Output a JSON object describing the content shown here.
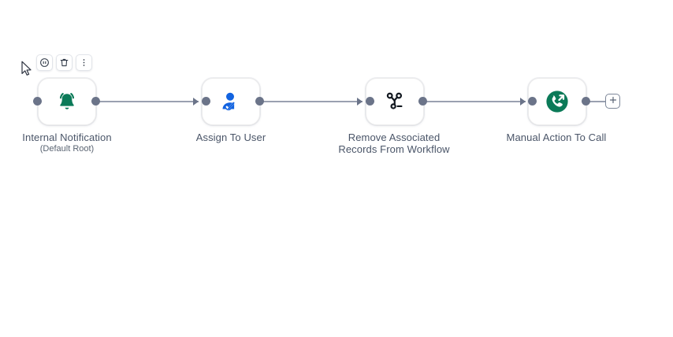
{
  "canvas": {
    "background": "#ffffff",
    "cursor_icon": "mouse-pointer-icon"
  },
  "node_toolbar": {
    "visible": true,
    "buttons": [
      {
        "name": "pause-node-button",
        "icon": "pause-circle-icon",
        "title": "Pause"
      },
      {
        "name": "delete-node-button",
        "icon": "trash-icon",
        "title": "Delete"
      },
      {
        "name": "more-options-button",
        "icon": "more-vertical-icon",
        "title": "More"
      }
    ]
  },
  "workflow": {
    "nodes": [
      {
        "id": "internal-notification",
        "label": "Internal Notification",
        "sublabel": "(Default Root)",
        "icon": "bell-icon",
        "icon_color": "#0b7a58",
        "has_input_port": true,
        "has_output_port": true
      },
      {
        "id": "assign-to-user",
        "label": "Assign To User",
        "sublabel": "",
        "icon": "user-check-icon",
        "icon_color": "#1263e0",
        "has_input_port": true,
        "has_output_port": true
      },
      {
        "id": "remove-associated-records",
        "label": "Remove Associated\nRecords From Workflow",
        "sublabel": "",
        "icon": "remove-association-icon",
        "icon_color": "#121820",
        "has_input_port": true,
        "has_output_port": true
      },
      {
        "id": "manual-action-to-call",
        "label": "Manual Action To Call",
        "sublabel": "",
        "icon": "outgoing-call-icon",
        "icon_color": "#0b7a58",
        "has_input_port": true,
        "has_output_port": true
      }
    ],
    "edges": [
      {
        "from": "internal-notification",
        "to": "assign-to-user",
        "arrow": true
      },
      {
        "from": "assign-to-user",
        "to": "remove-associated-records",
        "arrow": true
      },
      {
        "from": "remove-associated-records",
        "to": "manual-action-to-call",
        "arrow": true
      }
    ],
    "add_step_button": {
      "label": "+",
      "name": "add-step-button"
    },
    "edge_color": "#9aa1b0",
    "port_color": "#6b7489"
  }
}
